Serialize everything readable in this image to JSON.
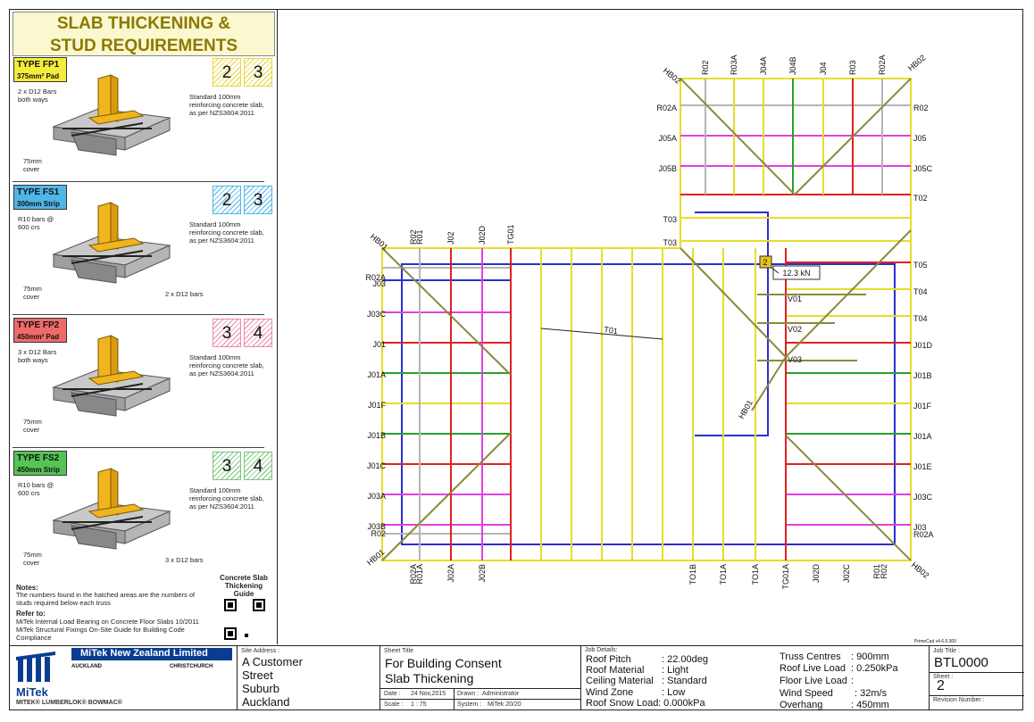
{
  "panel": {
    "title_line1": "SLAB THICKENING &",
    "title_line2": "STUD REQUIREMENTS",
    "types": [
      {
        "code": "TYPE FP1",
        "sub": "375mm² Pad",
        "color": "#f5ec3c",
        "hatch": "#e8d63a",
        "n1": "2",
        "n2": "3",
        "bars_note": "2 x D12 Bars\nboth ways",
        "slab_note": "Standard 100mm\nreinforcing concrete slab,\nas per NZS3604:2011",
        "cover": "75mm\ncover",
        "extra": ""
      },
      {
        "code": "TYPE FS1",
        "sub": "300mm Strip",
        "color": "#4fb6e8",
        "hatch": "#4fb6e8",
        "n1": "2",
        "n2": "3",
        "bars_note": "R10 bars @\n600 crs",
        "slab_note": "Standard 100mm\nreinforcing concrete slab,\nas per NZS3604:2011",
        "cover": "75mm\ncover",
        "extra": "2 x D12 bars"
      },
      {
        "code": "TYPE FP2",
        "sub": "450mm² Pad",
        "color": "#f06a6a",
        "hatch": "#e98aa8",
        "n1": "3",
        "n2": "4",
        "bars_note": "3 x D12 Bars\nboth ways",
        "slab_note": "Standard 100mm\nreinforcing concrete slab,\nas per NZS3604:2011",
        "cover": "75mm\ncover",
        "extra": ""
      },
      {
        "code": "TYPE FS2",
        "sub": "450mm Strip",
        "color": "#55c455",
        "hatch": "#7cc47c",
        "n1": "3",
        "n2": "4",
        "bars_note": "R10 bars @\n600 crs",
        "slab_note": "Standard 100mm\nreinforcing concrete slab,\nas per NZS3604:2011",
        "cover": "75mm\ncover",
        "extra": "3 x D12 bars"
      }
    ],
    "notes_title": "Notes:",
    "notes_text": "The numbers found in the hatched areas are the numbers of studs required below each truss",
    "refer_title": "Refer to:",
    "refer_1": "MiTek Internal Load Bearing on Concrete Floor Slabs 10/2011",
    "refer_2": "MiTek Structural Fixings On-Site Guide for Building Code Compliance",
    "guide_label": "Concrete Slab Thickening Guide"
  },
  "plan": {
    "load_tag": "2",
    "load_value": "12.3 kN",
    "version": "PrimeCad v4.6.6.300",
    "labels_top_right": [
      "R02",
      "R03A",
      "J04A",
      "J04B",
      "J04",
      "R03",
      "R02A"
    ],
    "labels_left_wing_top": [
      "R02",
      "R01",
      "J02",
      "J02D",
      "TG01"
    ],
    "labels_bottom": [
      "R02A",
      "R01A",
      "J02A",
      "J02B",
      "TO1B",
      "TO1A",
      "TO1A",
      "TG01A",
      "J02D",
      "J02C",
      "R01",
      "R02"
    ],
    "labels_left": [
      "R02A",
      "J03",
      "J03C",
      "J01",
      "J01A",
      "J01F",
      "J01B",
      "J01C",
      "J03A",
      "J03B",
      "R02"
    ],
    "labels_right_upper_left": [
      "R02A",
      "J05A",
      "J05B",
      "T03",
      "T03"
    ],
    "labels_right": [
      "R02",
      "J05",
      "J05C",
      "T02",
      "T05",
      "T04",
      "T04",
      "J01D",
      "J01B",
      "J01F",
      "J01A",
      "J01E",
      "J03C",
      "J03",
      "R02A"
    ],
    "labels_hip": [
      "HB02",
      "HB02",
      "HB01",
      "HB01",
      "HB02",
      "HB01"
    ],
    "labels_v": [
      "V01",
      "V02",
      "V03"
    ],
    "label_t01": "T01"
  },
  "titleblock": {
    "company": "MiTek New Zealand Limited",
    "auckland": "AUCKLAND",
    "christchurch": "CHRISTCHURCH",
    "brand": "MiTek",
    "brands_line": "MITEK® LUMBERLOK® BOWMAC®",
    "site_label": "Site Address :",
    "site_1": "A Customer",
    "site_2": "Street",
    "site_3": "Suburb",
    "site_4": "Auckland",
    "sheet_title_label": "Sheet Title",
    "sheet_title_1": "For Building Consent",
    "sheet_title_2": "Slab Thickening",
    "date_label": "Date :",
    "date": "24 Nov,2015",
    "drawn_label": "Drawn :",
    "drawn": "Administrator",
    "scale_label": "Scale :",
    "scale": "1 : 75",
    "system_label": "System :",
    "system": "MiTek 20/20",
    "job_details_label": "Job Details:",
    "roof_pitch": "Roof Pitch",
    "roof_pitch_v": ": 22.00deg",
    "roof_material": "Roof Material",
    "roof_material_v": ": Light",
    "ceiling_material": "Ceiling Material",
    "ceiling_material_v": ": Standard",
    "wind_zone": "Wind Zone",
    "wind_zone_v": ": Low",
    "roof_snow": "Roof Snow Load",
    "roof_snow_v": ": 0.000kPa",
    "truss_centres": "Truss Centres",
    "truss_centres_v": ": 900mm",
    "roof_live": "Roof Live Load",
    "roof_live_v": ": 0.250kPa",
    "floor_live": "Floor Live Load",
    "floor_live_v": ":",
    "wind_speed": "Wind Speed",
    "wind_speed_v": ": 32m/s",
    "overhang": "Overhang",
    "overhang_v": ": 450mm",
    "job_title_label": "Job Title :",
    "job_title": "BTL0000",
    "sheet_label": "Sheet :",
    "sheet": "2",
    "revision_label": "Revision Number :"
  }
}
